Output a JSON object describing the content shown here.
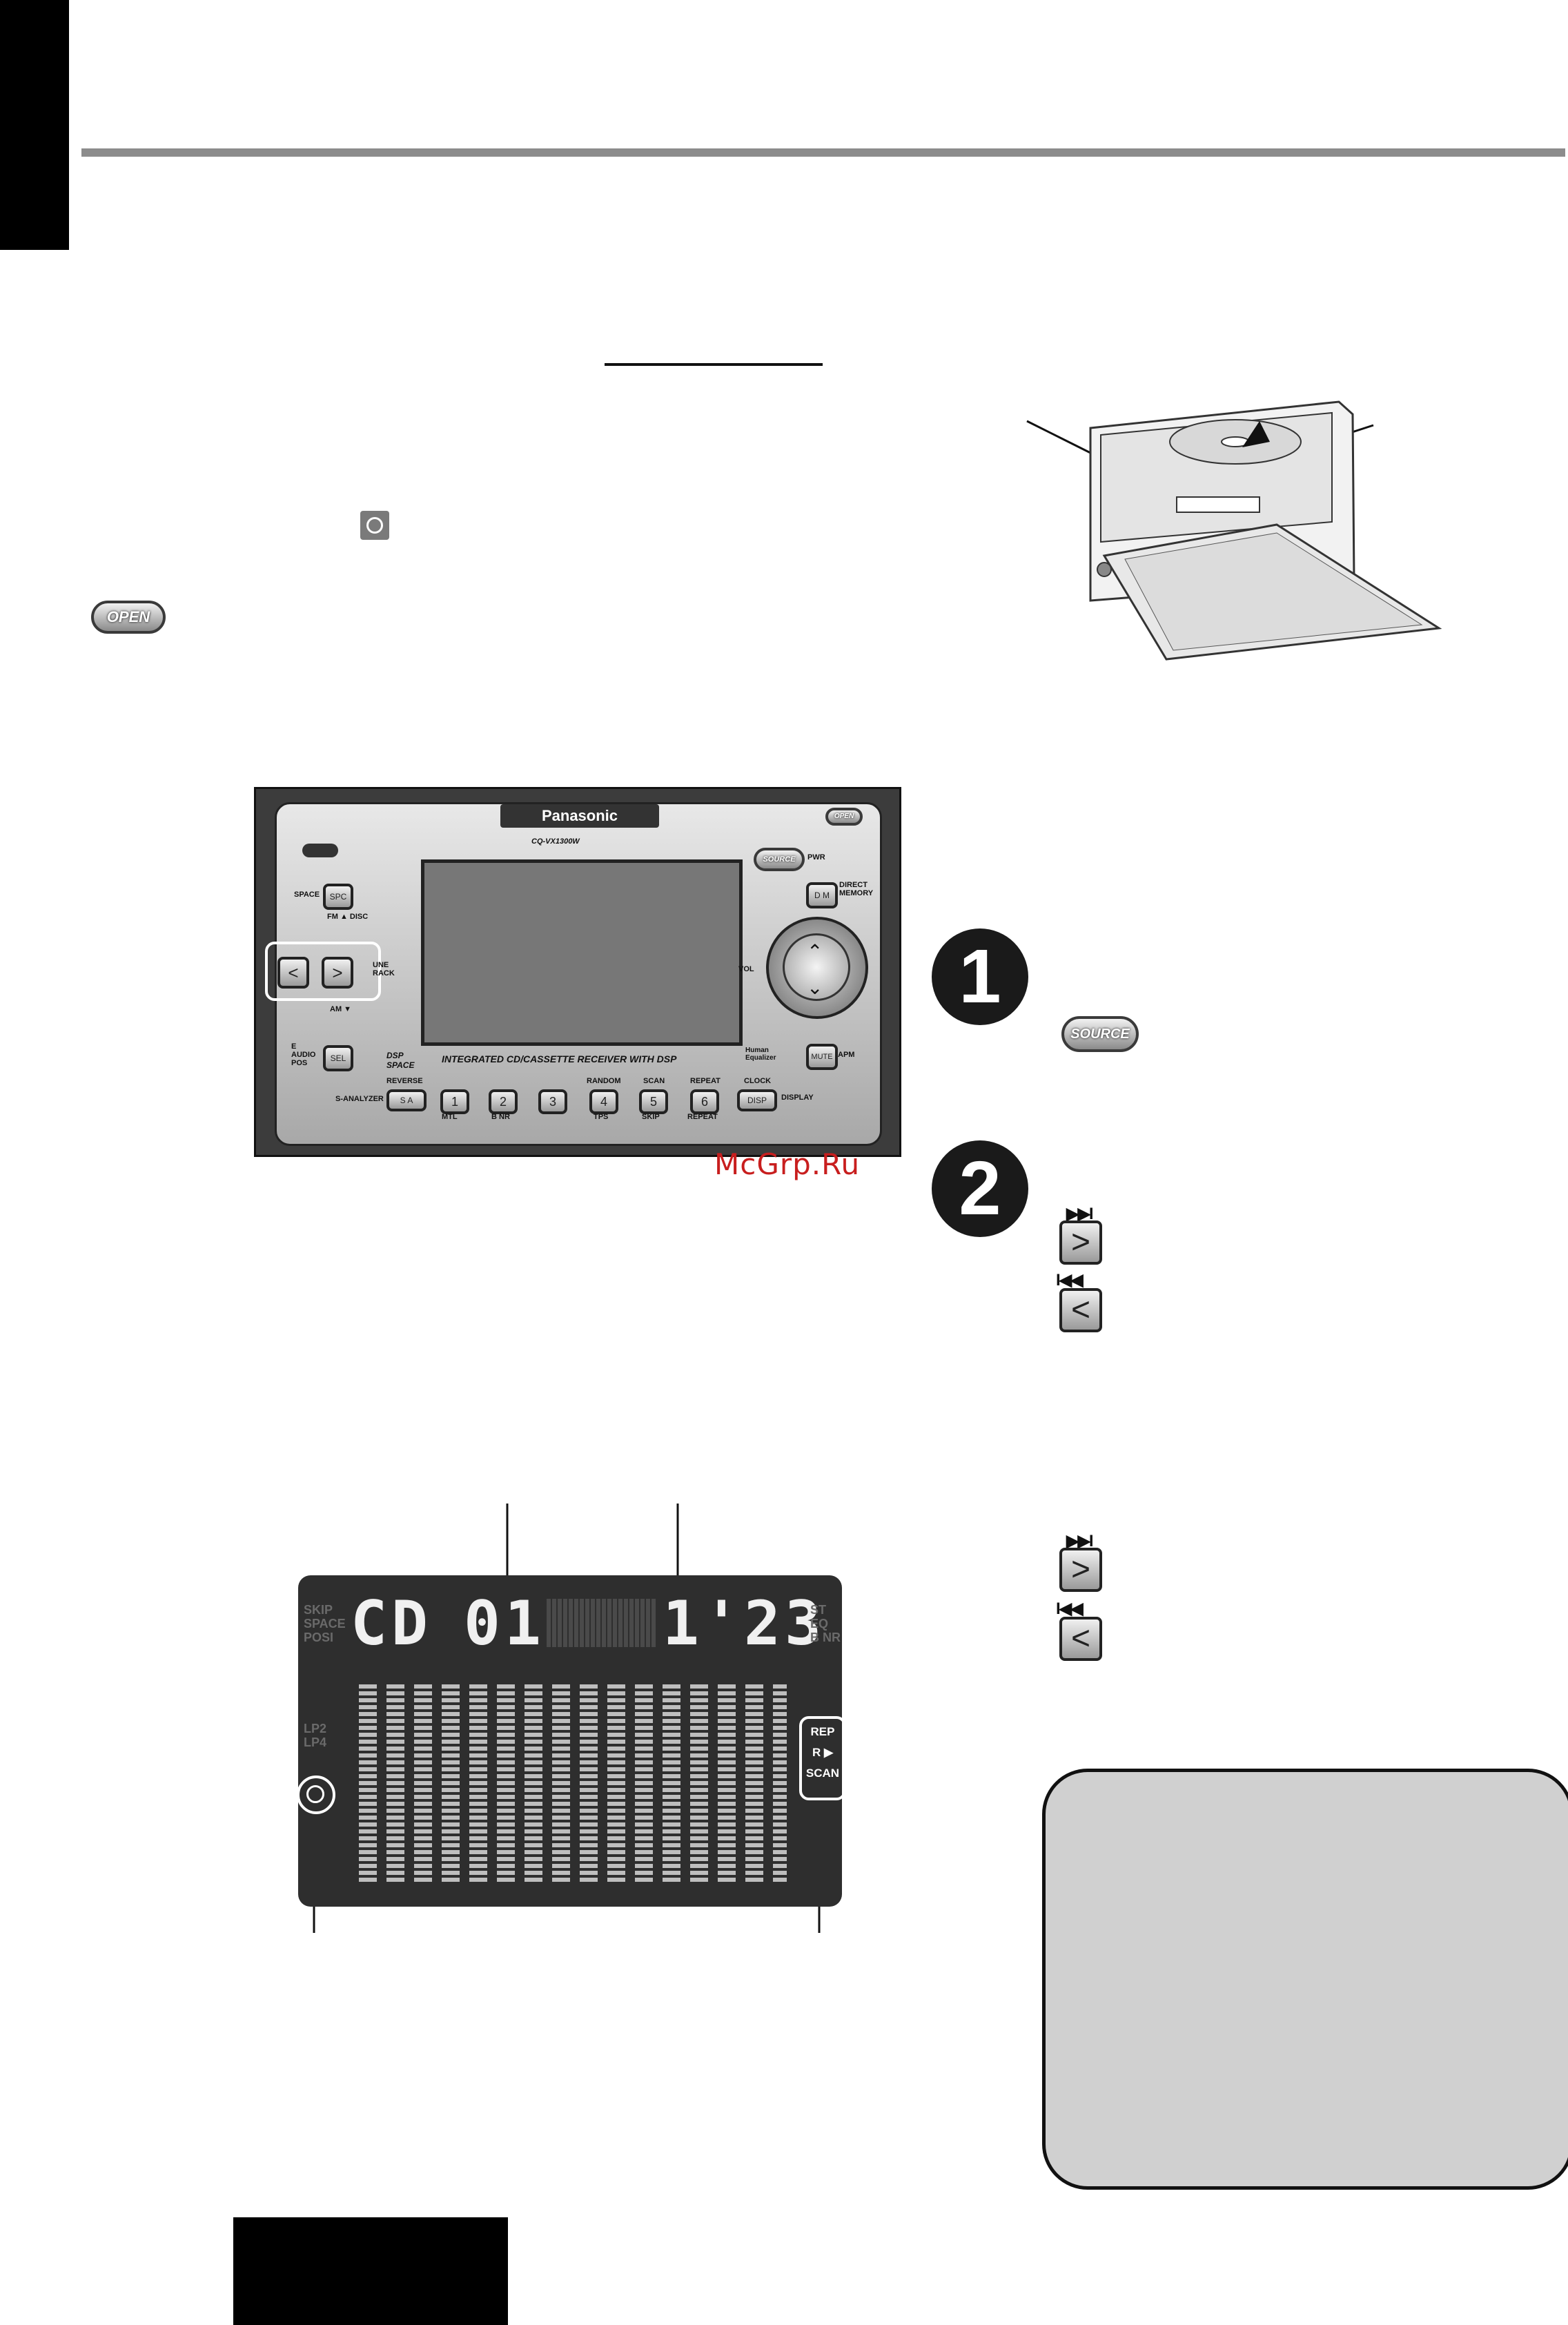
{
  "page": {
    "watermark": "McGrp.Ru"
  },
  "inline_icons": {
    "open_label": "OPEN",
    "source_label": "SOURCE",
    "next_symbol": "▶▶I",
    "prev_symbol": "I◀◀"
  },
  "steps": [
    {
      "number": "1"
    },
    {
      "number": "2"
    }
  ],
  "unit": {
    "brand": "Panasonic",
    "model": "CQ-VX1300W",
    "open_btn": "OPEN",
    "source_btn": "SOURCE",
    "pwr": "PWR",
    "direct_memory": "DIRECT MEMORY",
    "dm_btn": "D M",
    "space": "SPACE",
    "spc_btn": "SPC",
    "fm_disc": "FM ▲ DISC",
    "am": "AM ▼",
    "tune_track": "UNE RACK",
    "vol": "VOL",
    "audio_posi": "E AUDIO POS",
    "sel_btn": "SEL",
    "mute_btn": "MUTE",
    "apm": "APM",
    "dsp_space": "DSP SPACE",
    "description": "INTEGRATED CD/CASSETTE RECEIVER WITH DSP",
    "human_eq": "Human Equalizer",
    "s_analyzer": "S-ANALYZER",
    "sa_btn": "S A",
    "reverse": "REVERSE",
    "random": "RANDOM",
    "scan": "SCAN",
    "repeat_top": "REPEAT",
    "clock": "CLOCK",
    "disp_btn": "DISP",
    "display": "DISPLAY",
    "presets": [
      "1",
      "2",
      "3",
      "4",
      "5",
      "6"
    ],
    "preset_sub": [
      "MTL",
      "B NR",
      "",
      "TPS",
      "SKIP",
      "REPEAT"
    ]
  },
  "lcd": {
    "left_top": [
      "SKIP",
      "SPACE",
      "POSI"
    ],
    "right_top": [
      "ST",
      "EQ",
      "B NR"
    ],
    "source": "CD",
    "track": "01",
    "time": "1'23",
    "left_side": [
      "LP2",
      "LP4"
    ],
    "right_side": [
      "REP",
      "R ▶",
      "SCAN"
    ]
  }
}
